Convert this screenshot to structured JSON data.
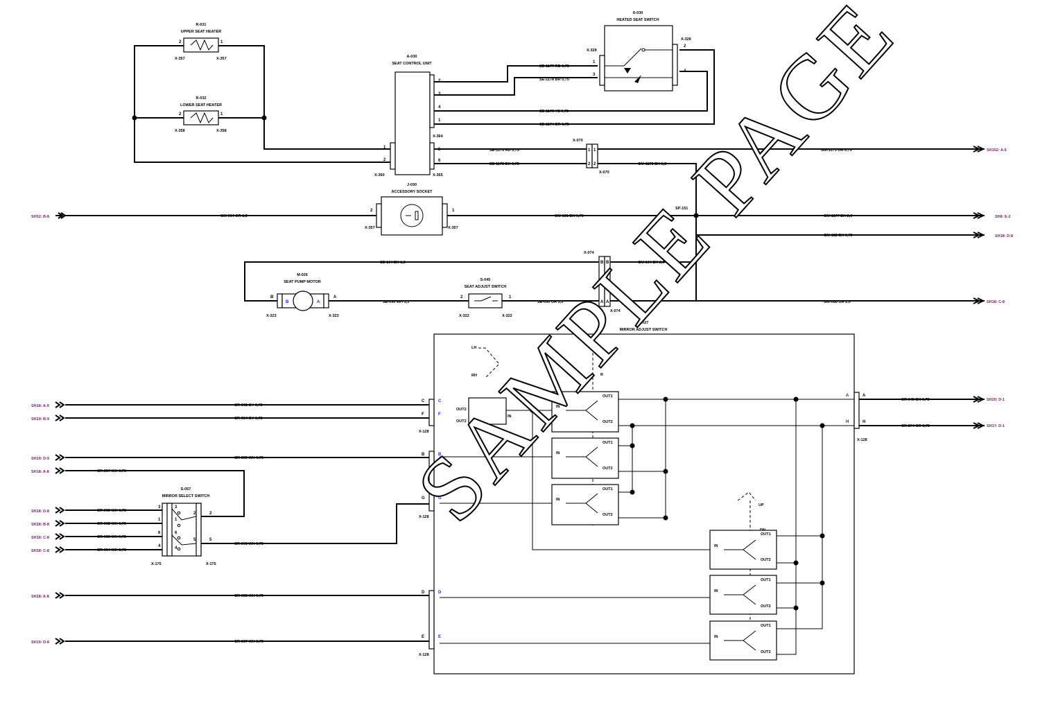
{
  "components": {
    "r031": {
      "id": "R-031",
      "name": "UPPER SEAT HEATER",
      "pin_a": "2",
      "pin_b": "1",
      "conn_a": "X-357",
      "conn_b": "X-357"
    },
    "r032": {
      "id": "R-032",
      "name": "LOWER SEAT HEATER",
      "pin_a": "2",
      "pin_b": "1",
      "conn_a": "X-358",
      "conn_b": "X-358"
    },
    "a030": {
      "id": "A-030",
      "name": "SEAT CONTROL UNIT",
      "conn_right_top": "X-364",
      "conn_left": "X-360",
      "conn_right_bottom": "X-365"
    },
    "s030": {
      "id": "S-030",
      "name": "HEATED SEAT SWITCH",
      "conn_left": "X-328",
      "conn_right": "X-328"
    },
    "j030": {
      "id": "J-030",
      "name": "ACCESSORY SOCKET",
      "conn_left": "X-357",
      "conn_right": "X-357"
    },
    "m026": {
      "id": "M-026",
      "name": "SEAT PUMP MOTOR",
      "conn_left": "X-323",
      "conn_right": "X-323"
    },
    "s045": {
      "id": "S-045",
      "name": "SEAT ADJUST SWITCH",
      "conn_left": "X-322",
      "conn_right": "X-322"
    },
    "s027": {
      "id": "S-027",
      "name": "MIRROR ADJUST SWITCH"
    },
    "s057": {
      "id": "S-057",
      "name": "MIRROR SELECT SWITCH",
      "conn_left": "X-175",
      "conn_right": "X-175"
    },
    "x070": {
      "id": "X-070",
      "conn_bottom": "X-070"
    },
    "x074": {
      "id": "X-074",
      "conn_bottom": "X-074"
    },
    "sp151": {
      "id": "SP-151"
    },
    "x128a": {
      "id": "X-128"
    },
    "x128b": {
      "id": "X-128"
    },
    "x128c": {
      "id": "X-128"
    },
    "x128d": {
      "id": "X-128"
    }
  },
  "wires": {
    "se1177": "SE-1177 RD 0,75",
    "se1178": "SE-1178 BR 0,75",
    "se1176": "SE-1176 YE 0,75",
    "se1174": "SE-1174 BR 0,75",
    "se1175rd": "SE-1175 RD 0,75",
    "se1178bk": "SE-1178 BK 0,75",
    "gm1173": "GM-1173 BK 1,5",
    "gm1173or": "GM-1173 OR 0,75",
    "gm064": "GM-064 OR 1,5",
    "gm151": "GM-151 BK 0,75",
    "gm1177": "GM-1177 BK 2,0",
    "gm152": "GM-152 BK 0,75",
    "se164": "SE-164 BK 1,5",
    "gm164": "GM-164 BK 2,0",
    "se090wh": "SE-090 WH 1,5",
    "se090or": "SE-090 OR 1,5",
    "gm088": "GM-088 OR 2,0",
    "cr061": "CR-061 GY 0,75",
    "cr064gy": "CR-064 GY 0,75",
    "cr059": "CR-059 WH 0,75",
    "cr057": "CR-057 WH 0,75",
    "cr063": "CR-063 WH 0,75",
    "cr062": "CR-062 WH 0,75",
    "cr065": "CR-065 WH 0,75",
    "cr064wh": "CR-064 WH 0,75",
    "cr060": "CR-060 WH 0,75",
    "cr058": "CR-058 WH 0,75",
    "cr067": "CR-067 WH 0,75",
    "cr045": "CR-045 BK 0,75",
    "cr274": "CR-274 OR 0,75"
  },
  "refs": {
    "sh152a": "SH152: A-6",
    "sh52b": "SH52: B-8",
    "sh8": "SH8: E-2",
    "sh18": "SH18: D-8",
    "sh18c8": "SH18: C-8",
    "sh18a9": "SH18: A-9",
    "sh19b9": "SH19: B-9",
    "sh19d9": "SH19: D-9",
    "sh18a8": "SH18: A-8",
    "sh18d8": "SH18: D-8",
    "sh18b8": "SH18: B-8",
    "sh18c8b": "SH18: C-8",
    "sh18a8b": "SH18: A-8",
    "sh19d8": "SH19: D-8",
    "sh20d1": "SH20: D-1",
    "sh17d1": "SH17: D-1"
  },
  "switch_text": {
    "lh": "LH",
    "rh": "RH",
    "up": "UP",
    "dn": "DN",
    "l": "L",
    "r": "R",
    "in": "IN",
    "out1": "OUT1",
    "out2": "OUT2"
  },
  "pins": {
    "p1": "1",
    "p2": "2",
    "p3": "3",
    "p4": "4",
    "p5": "5",
    "p6": "6",
    "a": "A",
    "b": "B",
    "c": "C",
    "d": "D",
    "e": "E",
    "f": "F",
    "g": "G",
    "h": "H"
  },
  "watermark": "SAMPLE PAGE"
}
